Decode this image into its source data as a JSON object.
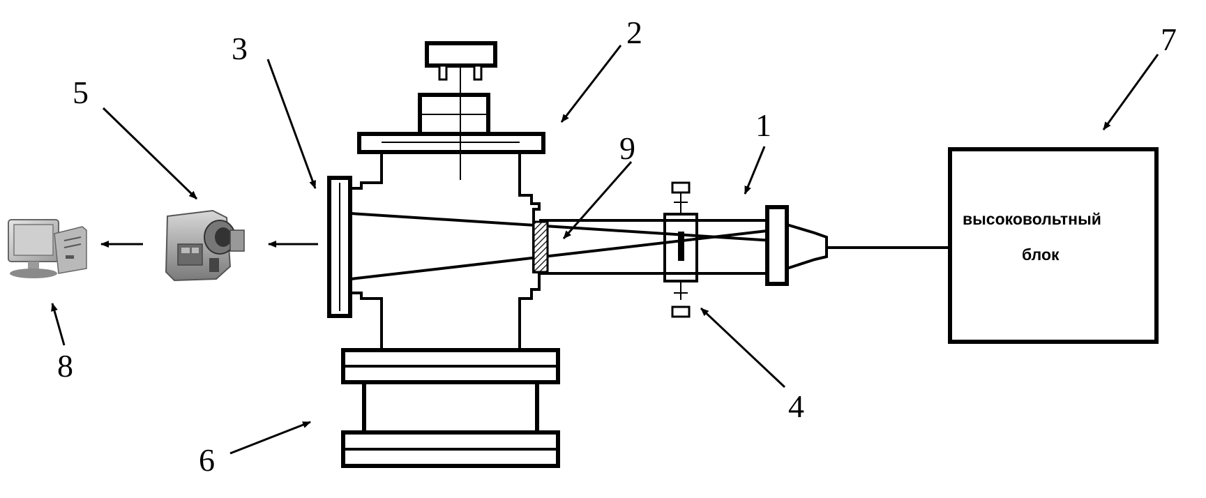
{
  "labels": {
    "n1": "1",
    "n2": "2",
    "n3": "3",
    "n4": "4",
    "n5": "5",
    "n6": "6",
    "n7": "7",
    "n8": "8",
    "n9": "9"
  },
  "power_block": {
    "line1": "высоковольтный",
    "line2": "блок"
  },
  "icons": {
    "computer": "computer-icon",
    "camera": "video-camera-icon"
  },
  "colors": {
    "ink": "#000000",
    "background": "#ffffff",
    "icon_gray": "#8a8a8a"
  }
}
